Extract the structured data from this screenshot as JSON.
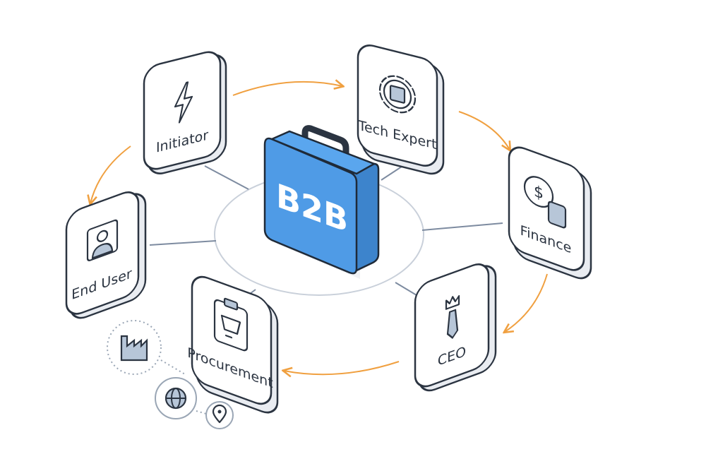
{
  "center": {
    "label": "B2B",
    "color": "#4f9be6"
  },
  "roles": [
    {
      "id": "initiator",
      "label": "Initiator",
      "icon": "lightning-icon"
    },
    {
      "id": "tech-expert",
      "label": "Tech Expert",
      "icon": "gear-chip-icon"
    },
    {
      "id": "finance",
      "label": "Finance",
      "icon": "dollar-calculator-icon"
    },
    {
      "id": "ceo",
      "label": "CEO",
      "icon": "crown-tie-icon"
    },
    {
      "id": "procurement",
      "label": "Procurement",
      "icon": "clipboard-cart-icon"
    },
    {
      "id": "end-user",
      "label": "End User",
      "icon": "user-screen-icon"
    }
  ],
  "extras": [
    "factory-icon",
    "globe-icon",
    "location-pin-icon"
  ],
  "colors": {
    "arrow": "#f0a040",
    "connector": "#7d8ba0",
    "outline": "#2b3441",
    "accent": "#4f9be6"
  }
}
